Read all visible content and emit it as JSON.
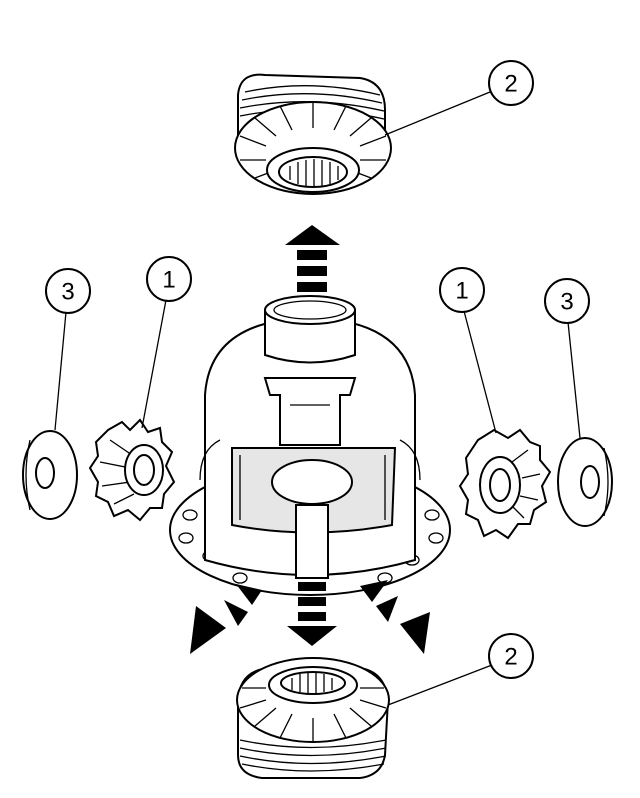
{
  "callouts": {
    "gear_top": "2",
    "gear_bottom": "2",
    "pinion_left": "1",
    "pinion_right": "1",
    "washer_left": "3",
    "washer_right": "3"
  },
  "colors": {
    "line": "#000000",
    "background": "#ffffff"
  }
}
